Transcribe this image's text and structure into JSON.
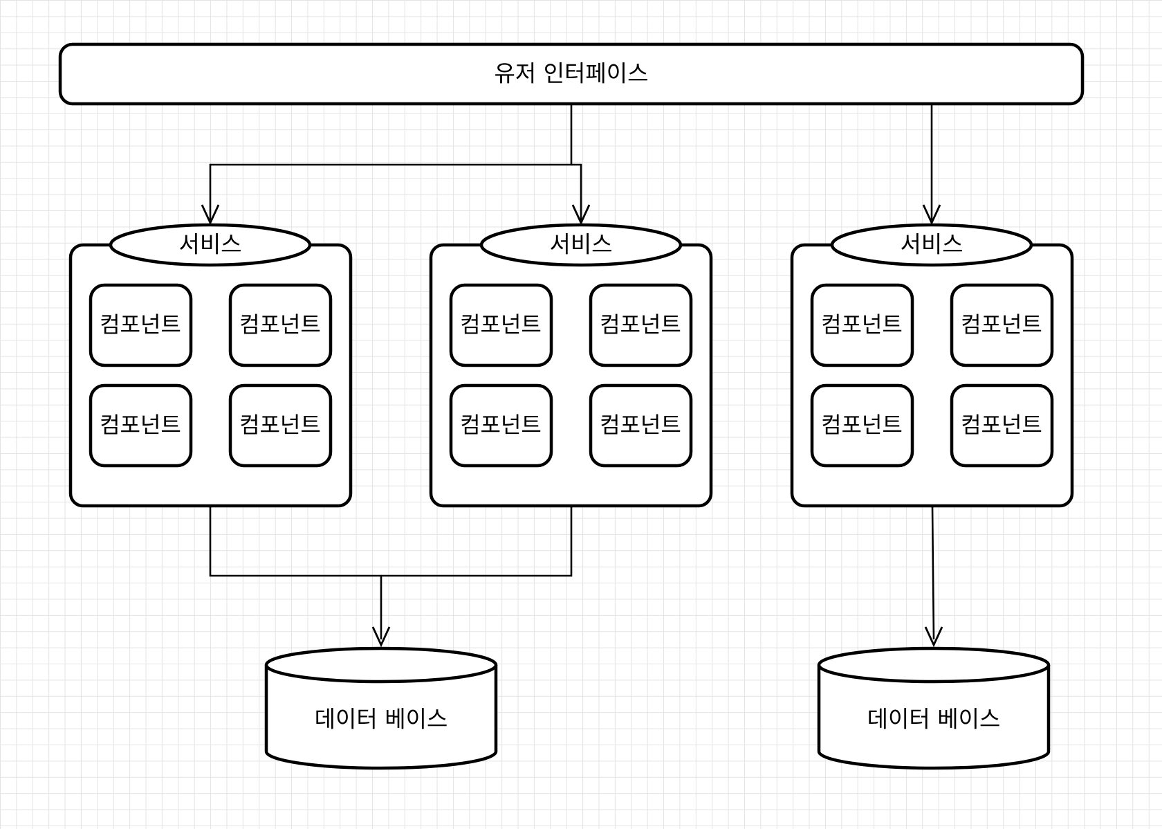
{
  "diagram": {
    "user_interface": {
      "label": "유저 인터페이스"
    },
    "services": [
      {
        "label": "서비스",
        "components": [
          "컴포넌트",
          "컴포넌트",
          "컴포넌트",
          "컴포넌트"
        ]
      },
      {
        "label": "서비스",
        "components": [
          "컴포넌트",
          "컴포넌트",
          "컴포넌트",
          "컴포넌트"
        ]
      },
      {
        "label": "서비스",
        "components": [
          "컴포넌트",
          "컴포넌트",
          "컴포넌트",
          "컴포넌트"
        ]
      }
    ],
    "databases": [
      {
        "label": "데이터 베이스"
      },
      {
        "label": "데이터 베이스"
      }
    ],
    "edges": [
      {
        "from": "user_interface",
        "to": "service-1"
      },
      {
        "from": "user_interface",
        "to": "service-2"
      },
      {
        "from": "user_interface",
        "to": "service-3"
      },
      {
        "from": "service-1",
        "to": "database-1"
      },
      {
        "from": "service-2",
        "to": "database-1"
      },
      {
        "from": "service-3",
        "to": "database-2"
      }
    ]
  },
  "colors": {
    "stroke": "#000000",
    "fill": "#ffffff",
    "grid": "#e3e3e3"
  }
}
